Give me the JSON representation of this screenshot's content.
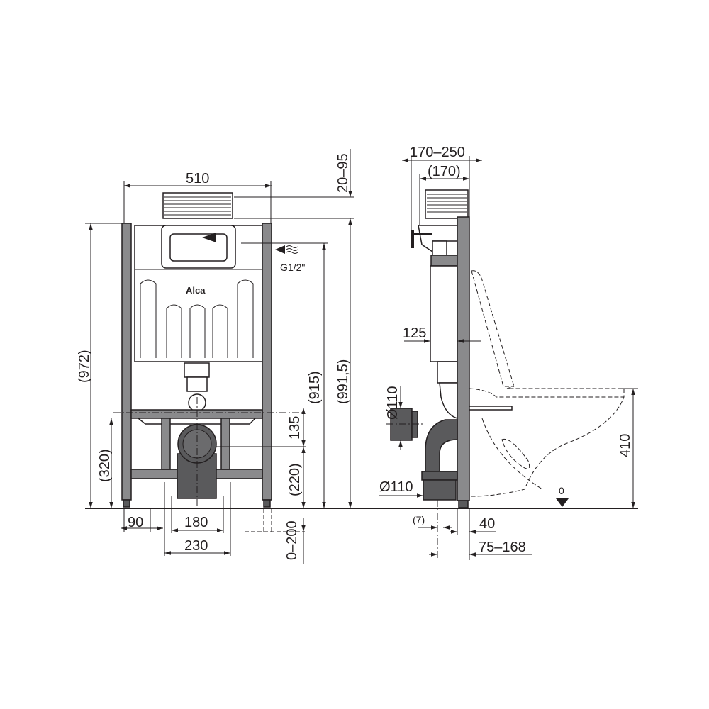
{
  "front_view": {
    "brand_logo": "Alca",
    "width_label": "510",
    "height_972": "(972)",
    "height_320": "(320)",
    "height_135": "135",
    "height_220": "(220)",
    "height_915": "(915)",
    "height_991_5": "(991,5)",
    "range_20_95": "20–95",
    "range_0_200": "0–200",
    "inlet_label": "G1/2\"",
    "dim_90": "90",
    "dim_180": "180",
    "dim_230": "230"
  },
  "side_view": {
    "depth_range": "170–250",
    "depth_170": "(170)",
    "dim_125": "125",
    "diameter_upper": "Ø110",
    "diameter_lower": "Ø110",
    "dim_7": "(7)",
    "dim_40": "40",
    "range_75_168": "75–168",
    "height_410": "410",
    "floor_level": "0"
  },
  "colors": {
    "line": "#231f20",
    "frame": "#8a8a8c",
    "pipe": "#5a5a5c"
  }
}
